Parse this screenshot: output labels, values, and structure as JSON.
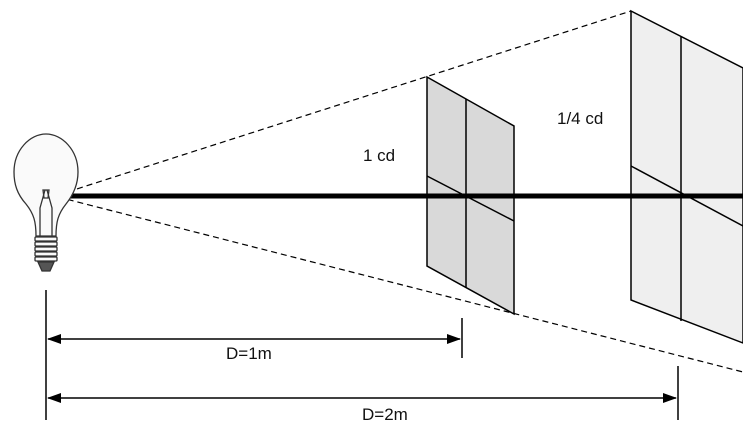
{
  "labels": {
    "near_intensity": "1 cd",
    "far_intensity": "1/4 cd",
    "near_distance": "D=1m",
    "far_distance": "D=2m"
  },
  "colors": {
    "line": "#000000",
    "near_panel_fill": "#d9d9d9",
    "far_panel_fill": "#efefef",
    "background": "#ffffff"
  },
  "icons": {
    "light_source": "light-bulb-icon"
  }
}
